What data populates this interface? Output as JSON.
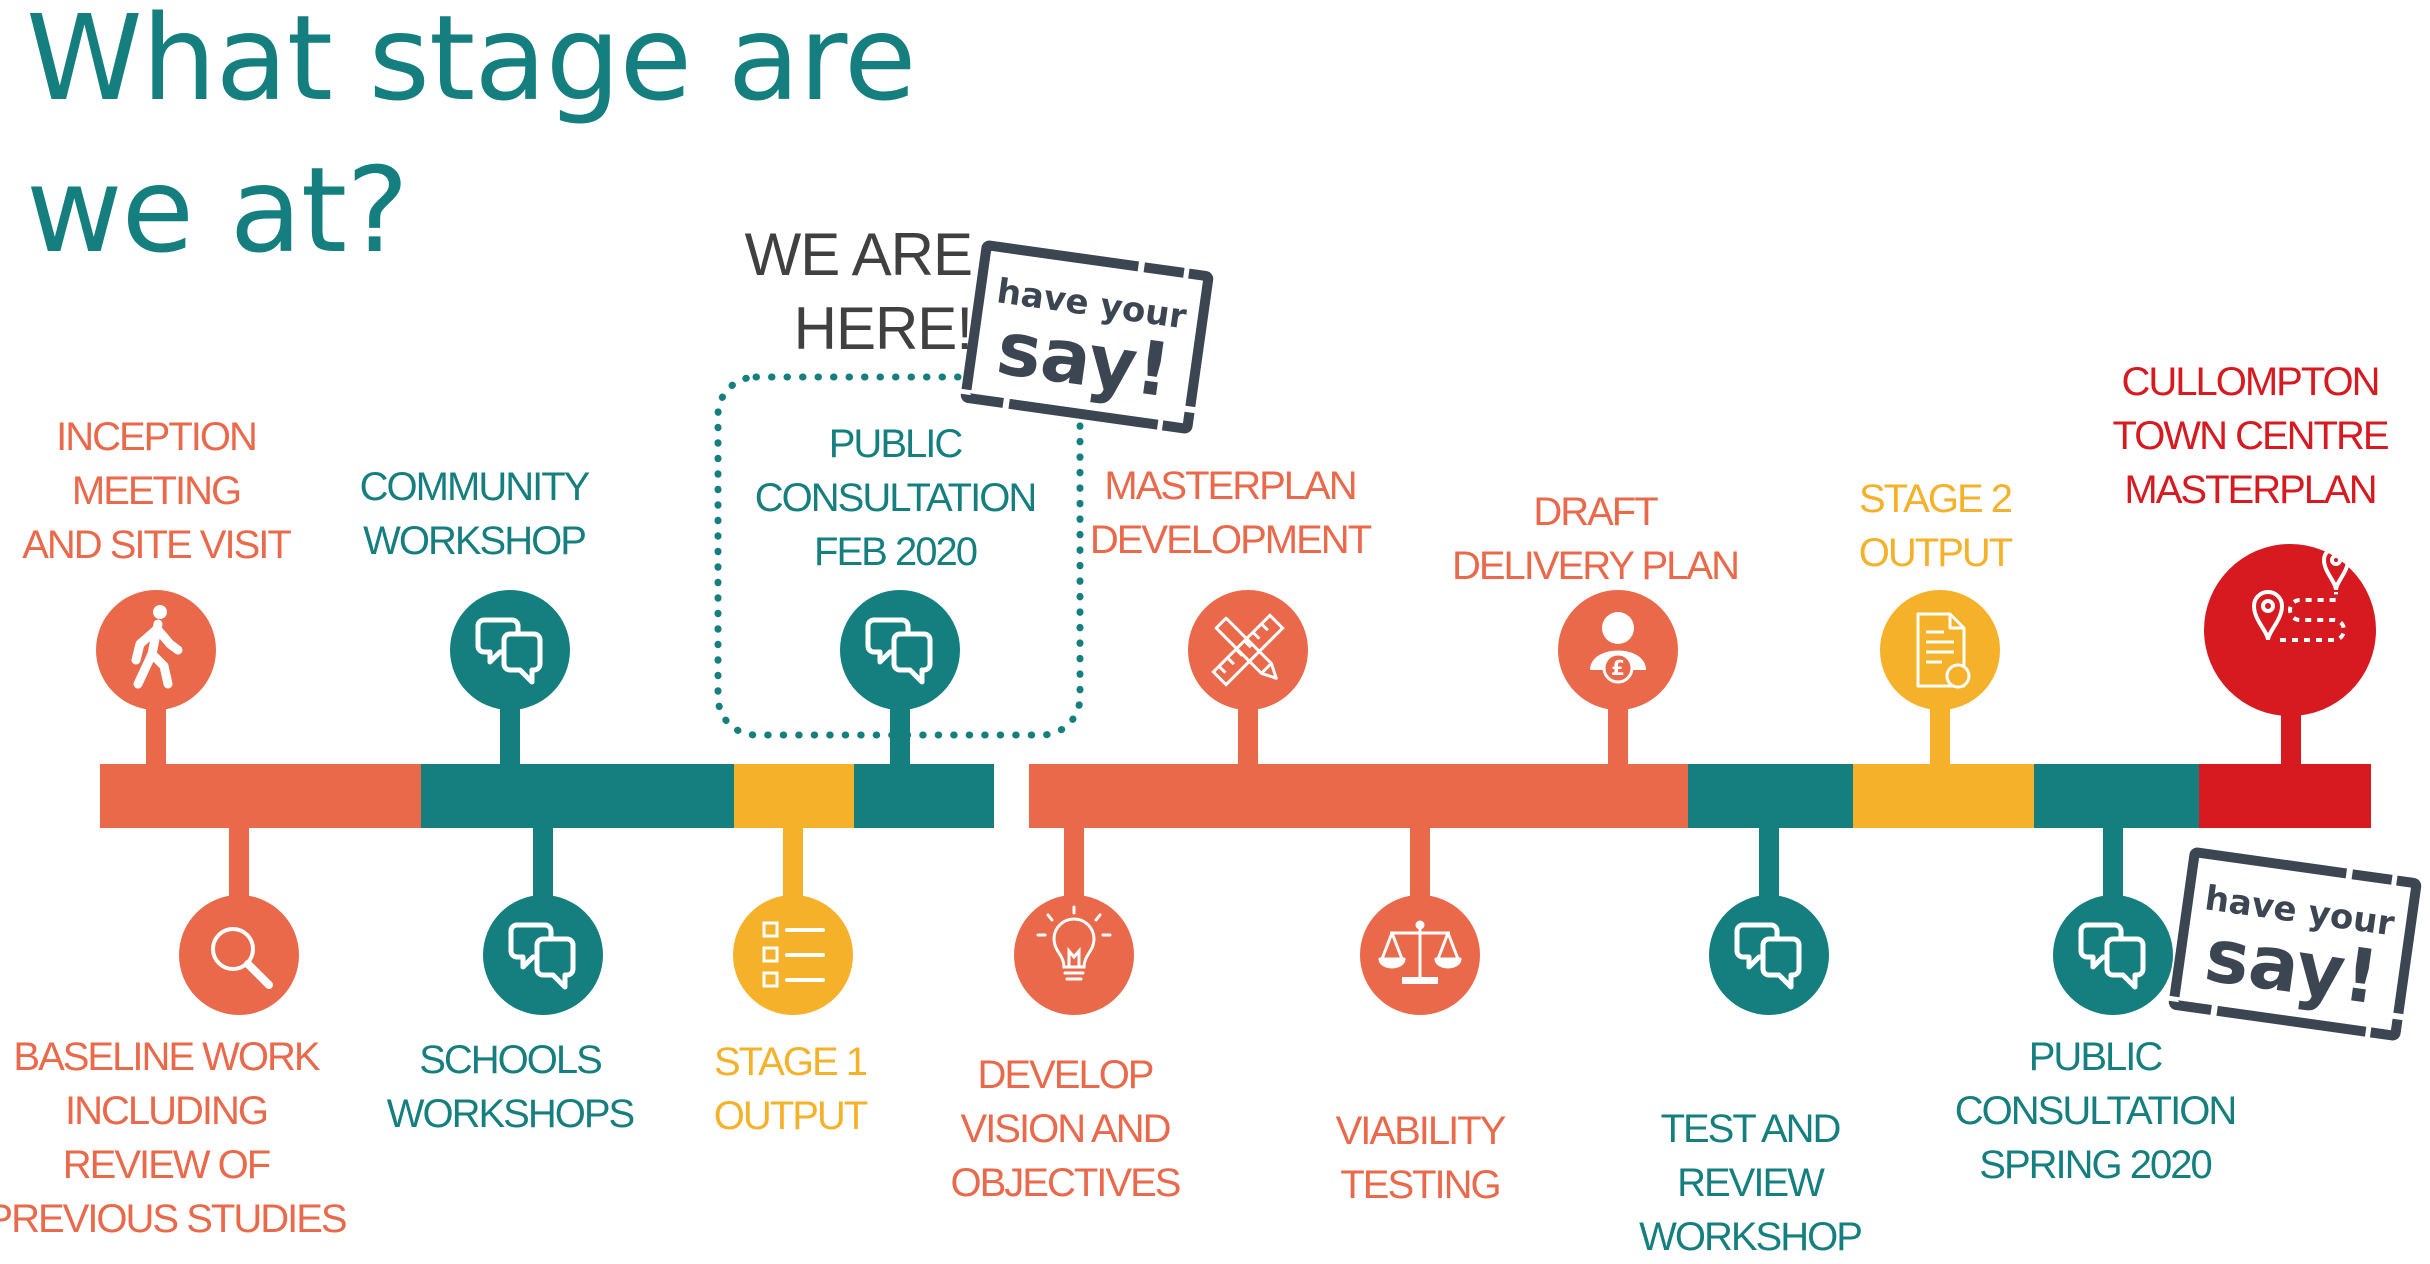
{
  "title": {
    "line1": "What stage are",
    "line2": "we at?"
  },
  "marker": {
    "line1": "WE ARE",
    "line2": "HERE!"
  },
  "stamp": {
    "line1": "have your",
    "line2": "say!"
  },
  "colors": {
    "orange": "#e9694a",
    "teal": "#157f80",
    "yellow": "#f6b12a",
    "red": "#d71920",
    "stamp": "#3b4652",
    "text_dark": "#404041"
  },
  "stages": [
    {
      "id": "inception",
      "lines": [
        "INCEPTION",
        "MEETING",
        "AND SITE VISIT"
      ],
      "color": "orange",
      "icon": "walking-person-icon",
      "position": "above"
    },
    {
      "id": "baseline",
      "lines": [
        "BASELINE WORK",
        "INCLUDING",
        "REVIEW OF",
        "PREVIOUS STUDIES"
      ],
      "color": "orange",
      "icon": "magnifier-icon",
      "position": "below"
    },
    {
      "id": "community",
      "lines": [
        "COMMUNITY",
        "WORKSHOP"
      ],
      "color": "teal",
      "icon": "speech-bubbles-icon",
      "position": "above"
    },
    {
      "id": "schools",
      "lines": [
        "SCHOOLS",
        "WORKSHOPS"
      ],
      "color": "teal",
      "icon": "speech-bubbles-icon",
      "position": "below"
    },
    {
      "id": "stage1",
      "lines": [
        "STAGE 1",
        "OUTPUT"
      ],
      "color": "yellow",
      "icon": "checklist-icon",
      "position": "below"
    },
    {
      "id": "public-feb",
      "lines": [
        "PUBLIC",
        "CONSULTATION",
        "FEB 2020"
      ],
      "color": "teal",
      "icon": "speech-bubbles-icon",
      "position": "above",
      "current": true
    },
    {
      "id": "vision",
      "lines": [
        "DEVELOP",
        "VISION AND",
        "OBJECTIVES"
      ],
      "color": "orange",
      "icon": "lightbulb-icon",
      "position": "below"
    },
    {
      "id": "masterplan-dev",
      "lines": [
        "MASTERPLAN",
        "DEVELOPMENT"
      ],
      "color": "orange",
      "icon": "pencil-ruler-icon",
      "position": "above"
    },
    {
      "id": "viability",
      "lines": [
        "VIABILITY",
        "TESTING"
      ],
      "color": "orange",
      "icon": "scales-icon",
      "position": "below"
    },
    {
      "id": "delivery",
      "lines": [
        "DRAFT",
        "DELIVERY PLAN"
      ],
      "color": "orange",
      "icon": "person-money-icon",
      "position": "above"
    },
    {
      "id": "test-review",
      "lines": [
        "TEST AND",
        "REVIEW",
        "WORKSHOP"
      ],
      "color": "teal",
      "icon": "speech-bubbles-icon",
      "position": "below"
    },
    {
      "id": "stage2",
      "lines": [
        "STAGE  2",
        "OUTPUT"
      ],
      "color": "yellow",
      "icon": "document-icon",
      "position": "above"
    },
    {
      "id": "public-spring",
      "lines": [
        "PUBLIC",
        "CONSULTATION",
        "SPRING 2020"
      ],
      "color": "teal",
      "icon": "speech-bubbles-icon",
      "position": "below"
    },
    {
      "id": "final",
      "lines": [
        "CULLOMPTON",
        "TOWN CENTRE",
        "MASTERPLAN"
      ],
      "color": "red",
      "icon": "map-route-icon",
      "position": "above"
    }
  ]
}
